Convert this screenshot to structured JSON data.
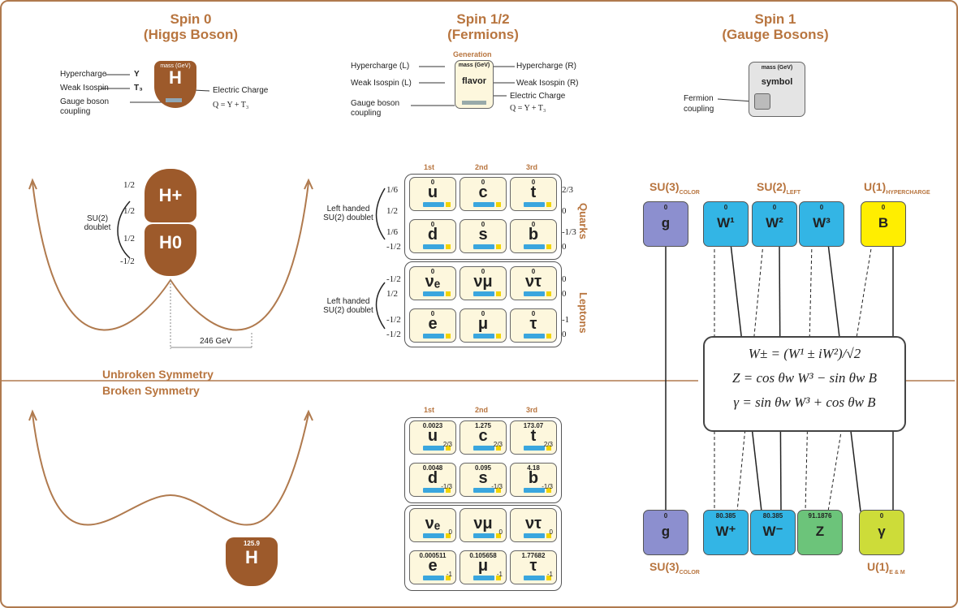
{
  "titles": {
    "spin0": "Spin  0",
    "spin0_sub": "(Higgs Boson)",
    "spinhalf": "Spin  1/2",
    "spinhalf_sub": "(Fermions)",
    "spin1": "Spin  1",
    "spin1_sub": "(Gauge Bosons)"
  },
  "legend": {
    "hypercharge": "Hypercharge",
    "hypercharge_l": "Hypercharge (L)",
    "hypercharge_r": "Hypercharge (R)",
    "weak_isospin": "Weak Isospin",
    "weak_isospin_l": "Weak Isospin (L)",
    "weak_isospin_r": "Weak Isospin (R)",
    "electric_charge": "Electric Charge",
    "q_formula": "Q = Y + T₃",
    "gauge_coupling": "Gauge boson",
    "coupling": "coupling",
    "fermion": "Fermion",
    "generation": "Generation",
    "mass_gev": "mass (GeV)",
    "flavor": "flavor",
    "symbol": "symbol",
    "Y": "Y",
    "T3": "T₃",
    "Q": "Q",
    "H": "H"
  },
  "higgs": {
    "hplus": "H+",
    "h0": "H0",
    "doublet": "SU(2) doublet",
    "vev": "246 GeV",
    "mass": "125.9",
    "unbroken": "Unbroken Symmetry",
    "broken": "Broken Symmetry"
  },
  "fermions": {
    "gen_labels": [
      "1st",
      "2nd",
      "3rd"
    ],
    "quarks_label": "Quarks",
    "leptons_label": "Leptons",
    "left_handed": "Left handed SU(2) doublet",
    "unbroken": [
      {
        "sym": "u",
        "mass": "0"
      },
      {
        "sym": "c",
        "mass": "0"
      },
      {
        "sym": "t",
        "mass": "0"
      },
      {
        "sym": "d",
        "mass": "0"
      },
      {
        "sym": "s",
        "mass": "0"
      },
      {
        "sym": "b",
        "mass": "0"
      },
      {
        "sym": "νₑ",
        "mass": "0"
      },
      {
        "sym": "νμ",
        "mass": "0"
      },
      {
        "sym": "ντ",
        "mass": "0"
      },
      {
        "sym": "e",
        "mass": "0"
      },
      {
        "sym": "μ",
        "mass": "0"
      },
      {
        "sym": "τ",
        "mass": "0"
      }
    ],
    "broken": [
      {
        "sym": "u",
        "mass": "0.0023",
        "q": "2/3"
      },
      {
        "sym": "c",
        "mass": "1.275",
        "q": "2/3"
      },
      {
        "sym": "t",
        "mass": "173.07",
        "q": "2/3"
      },
      {
        "sym": "d",
        "mass": "0.0048",
        "q": "-1/3"
      },
      {
        "sym": "s",
        "mass": "0.095",
        "q": "-1/3"
      },
      {
        "sym": "b",
        "mass": "4.18",
        "q": "-1/3"
      },
      {
        "sym": "νₑ",
        "mass": "",
        "q": "0"
      },
      {
        "sym": "νμ",
        "mass": "",
        "q": "0"
      },
      {
        "sym": "ντ",
        "mass": "",
        "q": "0"
      },
      {
        "sym": "e",
        "mass": "0.000511",
        "q": "-1"
      },
      {
        "sym": "μ",
        "mass": "0.105658",
        "q": "-1"
      },
      {
        "sym": "τ",
        "mass": "1.77682",
        "q": "-1"
      }
    ],
    "left_charges": [
      "1/6",
      "1/2",
      "1/6",
      "-1/2",
      "-1/2",
      "1/2",
      "-1/2",
      "-1/2"
    ],
    "right_charges": [
      "2/3",
      "0",
      "-1/3",
      "0",
      "0",
      "0",
      "-1",
      "0"
    ]
  },
  "gauge": {
    "su3_color": "SU(3)",
    "su3_sub": "COLOR",
    "su2_left": "SU(2)",
    "su2_sub": "LEFT",
    "u1_hyper": "U(1)",
    "u1_sub": "HYPERCHARGE",
    "su3_bottom": "SU(3)",
    "su3_bottom_sub": "COLOR",
    "u1_em": "U(1)",
    "u1_em_sub": "E & M",
    "top": [
      {
        "sym": "g",
        "mass": "0",
        "color": "#8c8fcf"
      },
      {
        "sym": "W¹",
        "mass": "0",
        "color": "#33b5e5"
      },
      {
        "sym": "W²",
        "mass": "0",
        "color": "#33b5e5"
      },
      {
        "sym": "W³",
        "mass": "0",
        "color": "#33b5e5"
      },
      {
        "sym": "B",
        "mass": "0",
        "color": "#ffee00"
      }
    ],
    "bottom": [
      {
        "sym": "g",
        "mass": "0",
        "color": "#8c8fcf"
      },
      {
        "sym": "W⁺",
        "mass": "80.385",
        "color": "#33b5e5"
      },
      {
        "sym": "W⁻",
        "mass": "80.385",
        "color": "#33b5e5"
      },
      {
        "sym": "Z",
        "mass": "91.1876",
        "color": "#6cc47a"
      },
      {
        "sym": "γ",
        "mass": "0",
        "color": "#cddc39"
      }
    ],
    "formulas": [
      "W± = (W¹ ± iW²)/√2",
      "Z = cos θw W³ − sin θw B",
      "γ = sin θw W³ + cos θw B"
    ]
  },
  "colors": {
    "brown": "#9d5a2b",
    "title": "#b8753f",
    "card": "#fdf7dd"
  }
}
